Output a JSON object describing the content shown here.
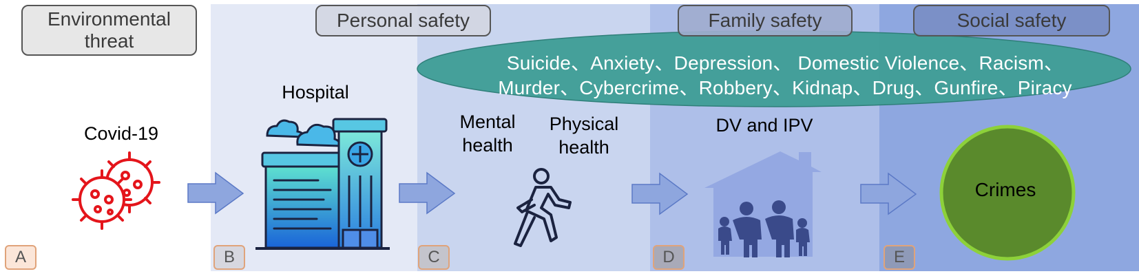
{
  "headers": {
    "environmental": [
      "Environmental",
      "threat"
    ],
    "personal": "Personal safety",
    "family": "Family safety",
    "social": "Social safety"
  },
  "crime_list": {
    "line1": "Suicide、Anxiety、Depression、 Domestic Violence、Racism、",
    "line2": "Murder、Cybercrime、Robbery、Kidnap、Drug、Gunfire、Piracy"
  },
  "labels": {
    "covid": "Covid-19",
    "hospital": "Hospital",
    "mental": [
      "Mental",
      "health"
    ],
    "physical": [
      "Physical",
      "health"
    ],
    "dv_ipv": "DV and IPV",
    "crimes": "Crimes"
  },
  "panels": [
    "A",
    "B",
    "C",
    "D",
    "E"
  ],
  "icons": {
    "virus": "virus-icon",
    "hospital": "hospital-building-icon",
    "walking": "walking-person-icon",
    "family": "family-house-icon",
    "arrow": "right-arrow-icon"
  },
  "colors": {
    "virus": "#e4151b",
    "ellipse": "#3f9d96",
    "crimes_circle": "#5a8a2c",
    "crimes_border": "#8dd13a",
    "arrow_fill": "#8ea6de",
    "arrow_stroke": "#5b79c6"
  }
}
